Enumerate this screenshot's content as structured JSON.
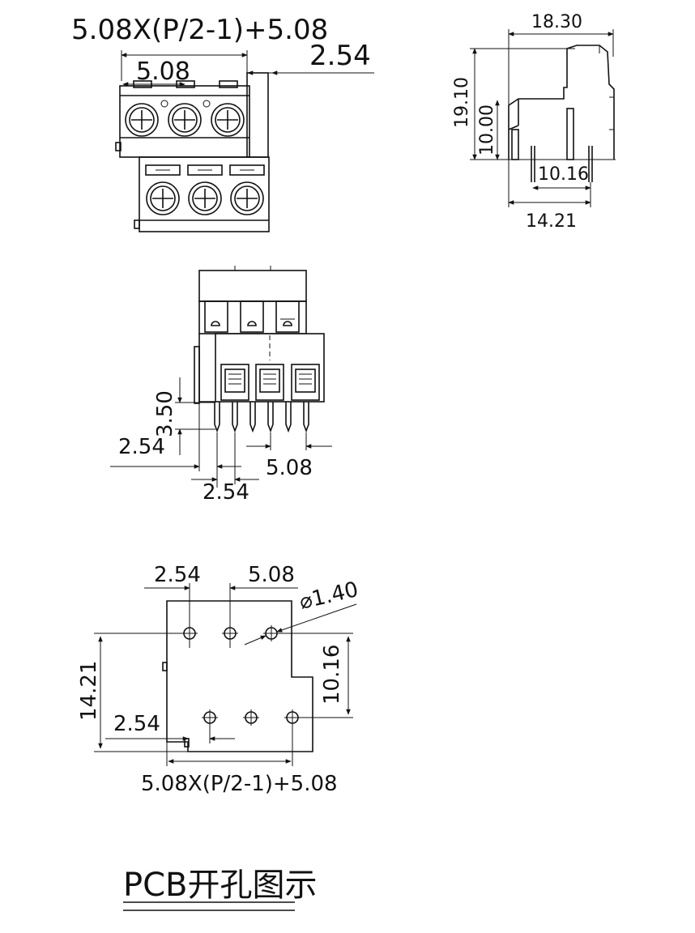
{
  "top_view": {
    "formula": "5.08X(P/2-1)+5.08",
    "pitch": "5.08",
    "offset": "2.54"
  },
  "side_view": {
    "width_total": "18.30",
    "height_total": "19.10",
    "height_lower": "10.00",
    "pin_spacing": "10.16",
    "depth": "14.21"
  },
  "front_view": {
    "pin_length": "3.50",
    "left_offset": "2.54",
    "pitch": "5.08",
    "bottom_offset": "2.54"
  },
  "pcb_view": {
    "offset_top": "2.54",
    "pitch_top": "5.08",
    "hole_diameter": "⌀1.40",
    "depth": "14.21",
    "row_spacing": "10.16",
    "offset_bottom": "2.54",
    "formula": "5.08X(P/2-1)+5.08"
  },
  "caption": "PCB开孔图示"
}
